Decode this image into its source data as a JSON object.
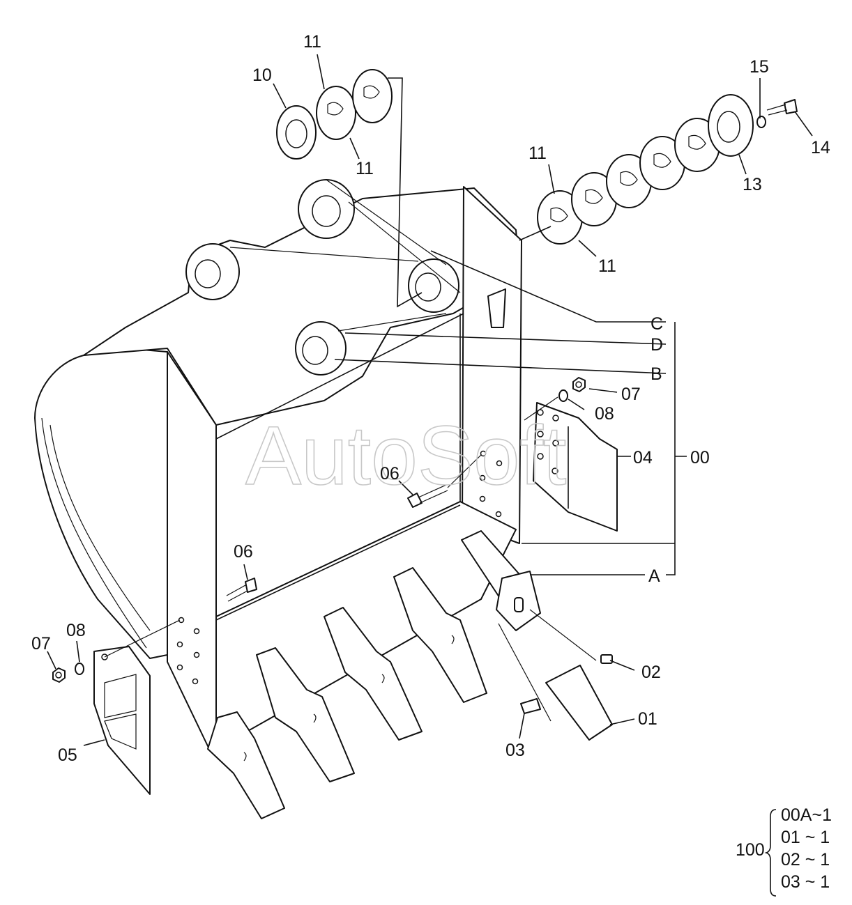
{
  "watermark": "AutoSoft",
  "callouts": {
    "c10": "10",
    "c11a": "11",
    "c11b": "11",
    "c11c": "11",
    "c11d": "11",
    "c15": "15",
    "c14": "14",
    "c13": "13",
    "cC": "C",
    "cD": "D",
    "cB": "B",
    "c07a": "07",
    "c08a": "08",
    "c04": "04",
    "c00": "00",
    "c06a": "06",
    "cA": "A",
    "c06b": "06",
    "c07b": "07",
    "c08b": "08",
    "c02": "02",
    "c01": "01",
    "c03": "03",
    "c05": "05"
  },
  "quantity_table": {
    "group": "100",
    "rows": [
      "00A~1",
      "01 ~ 1",
      "02 ~ 1",
      "03 ~ 1"
    ]
  }
}
